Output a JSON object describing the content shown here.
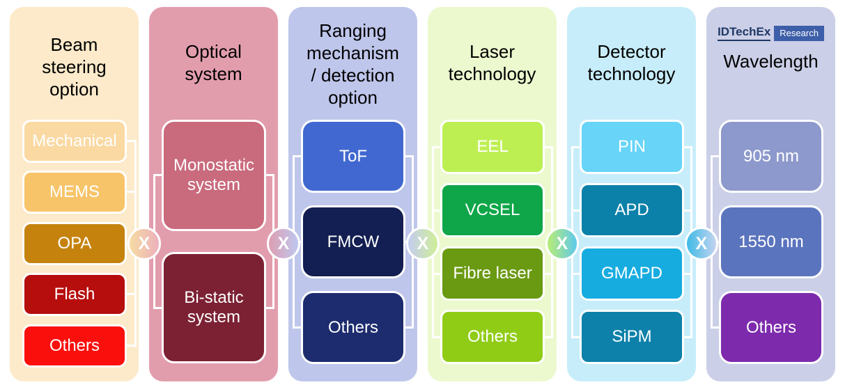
{
  "page": {
    "background": "#FFFFFF"
  },
  "logo": {
    "brand": "IDTechEx",
    "suffix": "Research",
    "brand_color": "#1F3864",
    "suffix_bg": "#3D5EA8"
  },
  "multiply": {
    "symbol": "X",
    "gradients": [
      [
        "#F6DCA2",
        "#ECB0BE"
      ],
      [
        "#DD9EB1",
        "#BEC7F0"
      ],
      [
        "#C4CCF1",
        "#CFEF96"
      ],
      [
        "#B8EC75",
        "#5FC9EC"
      ],
      [
        "#3FBAE6",
        "#C4D4F0"
      ]
    ]
  },
  "columns": [
    {
      "title": "Beam\nsteering\noption",
      "bg": "#FCEACA",
      "items": [
        {
          "label": "Mechanical",
          "color": "#FAD9A2"
        },
        {
          "label": "MEMS",
          "color": "#F8C469"
        },
        {
          "label": "OPA",
          "color": "#C5830E"
        },
        {
          "label": "Flash",
          "color": "#B60D0D"
        },
        {
          "label": "Others",
          "color": "#FB0F0C"
        }
      ]
    },
    {
      "title": "Optical\nsystem",
      "bg": "#E29DAD",
      "items": [
        {
          "label": "Monostatic\nsystem",
          "color": "#C96A7D"
        },
        {
          "label": "Bi-static\nsystem",
          "color": "#7C2133"
        }
      ]
    },
    {
      "title": "Ranging\nmechanism\n/ detection\noption",
      "bg": "#BFC6EB",
      "items": [
        {
          "label": "ToF",
          "color": "#4168D0"
        },
        {
          "label": "FMCW",
          "color": "#131F52"
        },
        {
          "label": "Others",
          "color": "#1D2C6E"
        }
      ]
    },
    {
      "title": "Laser\ntechnology",
      "bg": "#ECF9CF",
      "items": [
        {
          "label": "EEL",
          "color": "#BEEF52"
        },
        {
          "label": "VCSEL",
          "color": "#0EA648"
        },
        {
          "label": "Fibre laser",
          "color": "#6A9A12"
        },
        {
          "label": "Others",
          "color": "#90CC16"
        }
      ]
    },
    {
      "title": "Detector\ntechnology",
      "bg": "#C8EDFA",
      "items": [
        {
          "label": "PIN",
          "color": "#67D4F8"
        },
        {
          "label": "APD",
          "color": "#0B80A8"
        },
        {
          "label": "GMAPD",
          "color": "#17ACE0"
        },
        {
          "label": "SiPM",
          "color": "#0D81A9"
        }
      ]
    },
    {
      "title": "Wavelength",
      "bg": "#CBCFE7",
      "items": [
        {
          "label": "905 nm",
          "color": "#8D99CC"
        },
        {
          "label": "1550 nm",
          "color": "#5B74BE"
        },
        {
          "label": "Others",
          "color": "#7D2AAD"
        }
      ]
    }
  ]
}
